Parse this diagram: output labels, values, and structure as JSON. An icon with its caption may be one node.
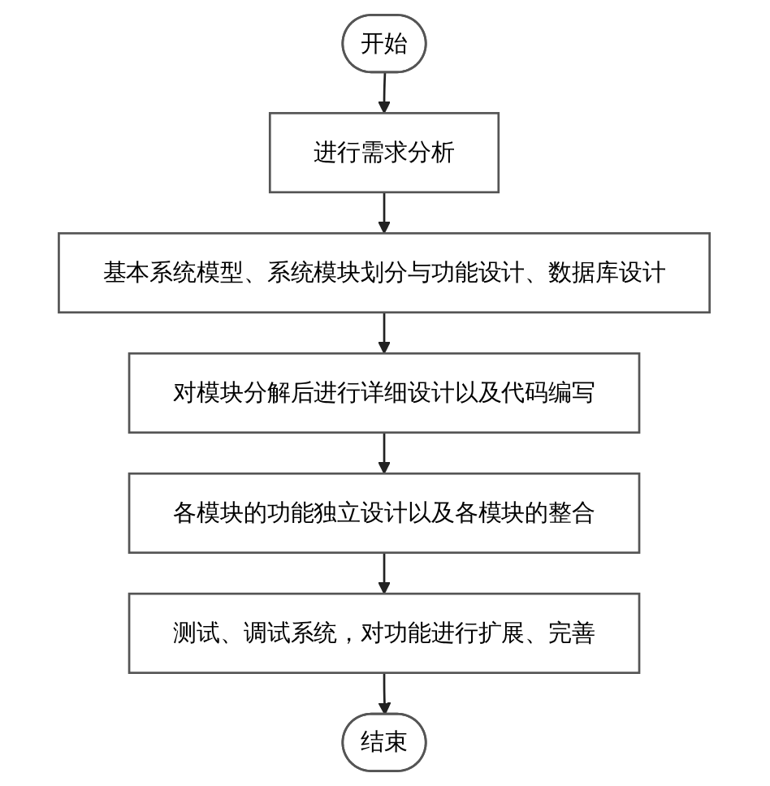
{
  "diagram": {
    "nodes": [
      {
        "text": [
          "开始"
        ]
      },
      {
        "text": [
          "进行需求分析"
        ]
      },
      {
        "text": [
          "基本系统模型、系统模块划分与功能设计、数据库设计"
        ]
      },
      {
        "text": [
          "对模块分解后进行详细设计以及代码编写"
        ]
      },
      {
        "text": [
          "各模块的功能独立设计以及各模块的整合"
        ]
      },
      {
        "text": [
          "测试、调试系统，对功能进行扩展、完善"
        ]
      },
      {
        "text": [
          "结束"
        ]
      }
    ],
    "edges": [
      {
        "from": 0,
        "to": 1,
        "arrow": "to"
      },
      {
        "from": 1,
        "to": 2,
        "arrow": "to"
      },
      {
        "from": 2,
        "to": 3,
        "arrow": "to"
      },
      {
        "from": 3,
        "to": 4,
        "arrow": "to"
      },
      {
        "from": 4,
        "to": 5,
        "arrow": "to"
      },
      {
        "from": 5,
        "to": 6,
        "arrow": "to"
      }
    ]
  }
}
